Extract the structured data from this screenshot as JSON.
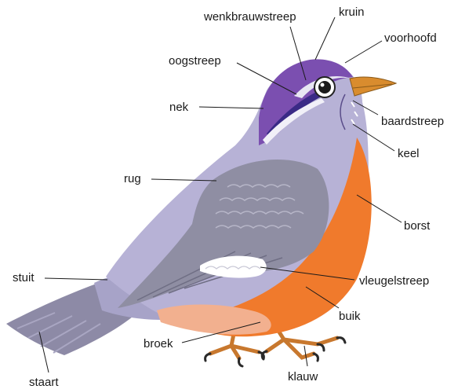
{
  "colors": {
    "head": "#7b4fb0",
    "body": "#b7b2d6",
    "wing": "#8f8ea3",
    "breast": "#f07a2c",
    "thigh": "#f2b08f",
    "beak": "#d98c2e",
    "legs": "#c8782e",
    "claws": "#2a2a2a"
  },
  "labels": {
    "wenkbrauwstreep": "wenkbrauwstreep",
    "kruin": "kruin",
    "voorhoofd": "voorhoofd",
    "oogstreep": "oogstreep",
    "nek": "nek",
    "baardstreep": "baardstreep",
    "keel": "keel",
    "rug": "rug",
    "borst": "borst",
    "stuit": "stuit",
    "vleugelstreep": "vleugelstreep",
    "buik": "buik",
    "broek": "broek",
    "klauw": "klauw",
    "staart": "staart"
  }
}
